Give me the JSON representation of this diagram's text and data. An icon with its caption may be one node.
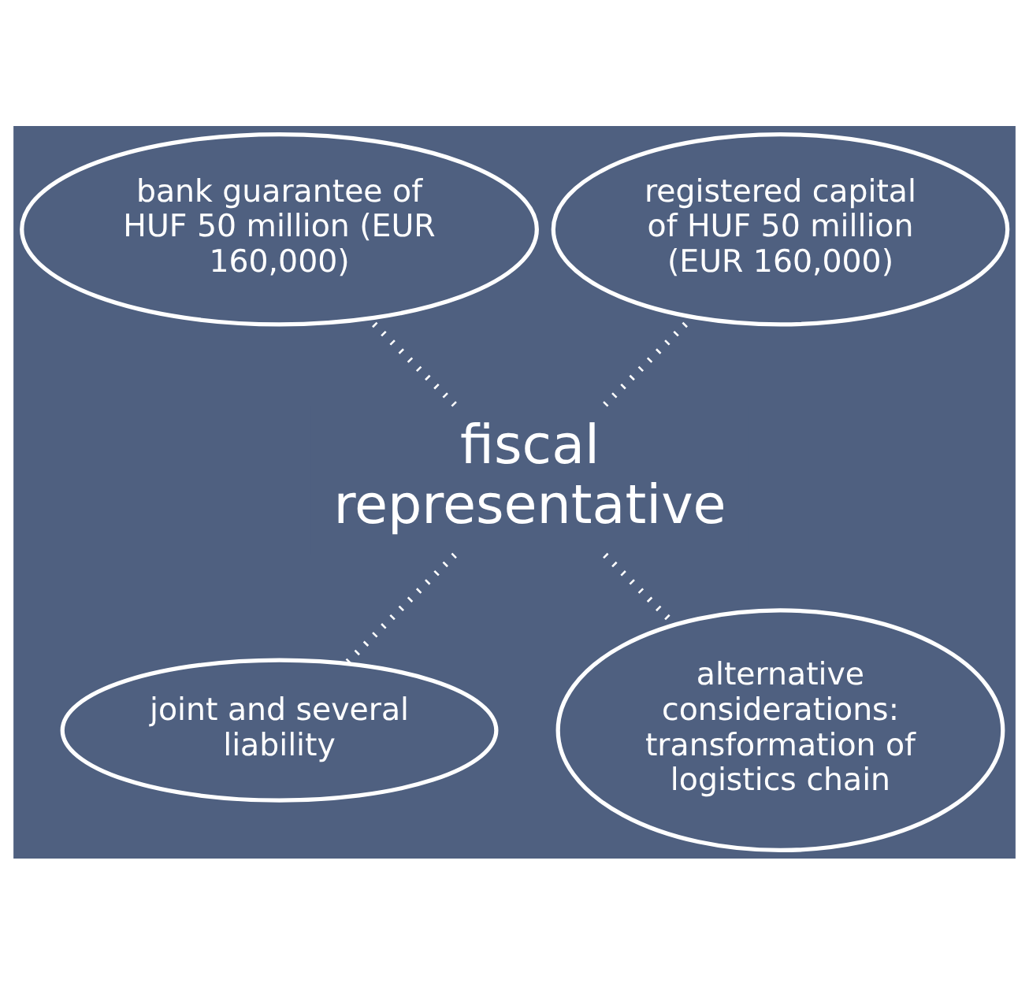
{
  "diagram": {
    "nodes": [
      {
        "text": [
          "registered capital of HUF 50 million (EUR 160,000)"
        ]
      },
      {
        "text": [
          "bank guarantee of HUF 50 million (EUR 160,000)"
        ]
      },
      {
        "text": [
          "fiscal representative"
        ]
      },
      {
        "text": [
          "joint and several liability"
        ]
      },
      {
        "text": [
          "alternative considerations: transformation of logistics chain"
        ]
      }
    ],
    "edges": [
      {
        "from": 2,
        "to": 0,
        "arrow": "none",
        "style": "dashed"
      },
      {
        "from": 2,
        "to": 1,
        "arrow": "none",
        "style": "dashed"
      },
      {
        "from": 2,
        "to": 3,
        "arrow": "none",
        "style": "dashed"
      },
      {
        "from": 2,
        "to": 4,
        "arrow": "none",
        "style": "dashed"
      }
    ]
  }
}
